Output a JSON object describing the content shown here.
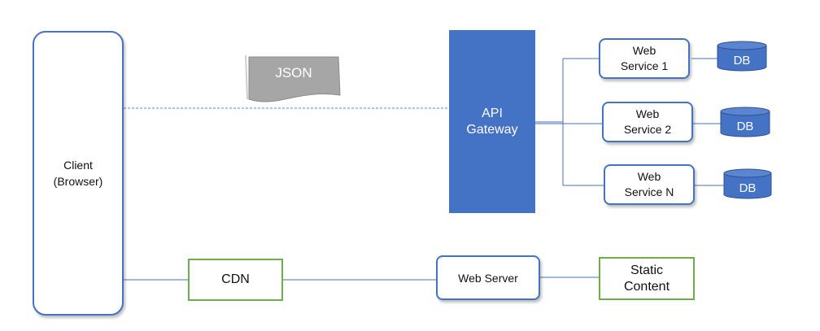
{
  "client": {
    "line1": "Client",
    "line2": "(Browser)"
  },
  "json_label": "JSON",
  "gateway": {
    "line1": "API",
    "line2": "Gateway"
  },
  "services": [
    {
      "line1": "Web",
      "line2": "Service 1",
      "db": "DB"
    },
    {
      "line1": "Web",
      "line2": "Service 2",
      "db": "DB"
    },
    {
      "line1": "Web",
      "line2": "Service N",
      "db": "DB"
    }
  ],
  "cdn": "CDN",
  "web_server": "Web Server",
  "static_content": {
    "line1": "Static",
    "line2": "Content"
  },
  "colors": {
    "blue": "#4472c4",
    "green": "#70ad47",
    "gray": "#a6a6a6"
  }
}
